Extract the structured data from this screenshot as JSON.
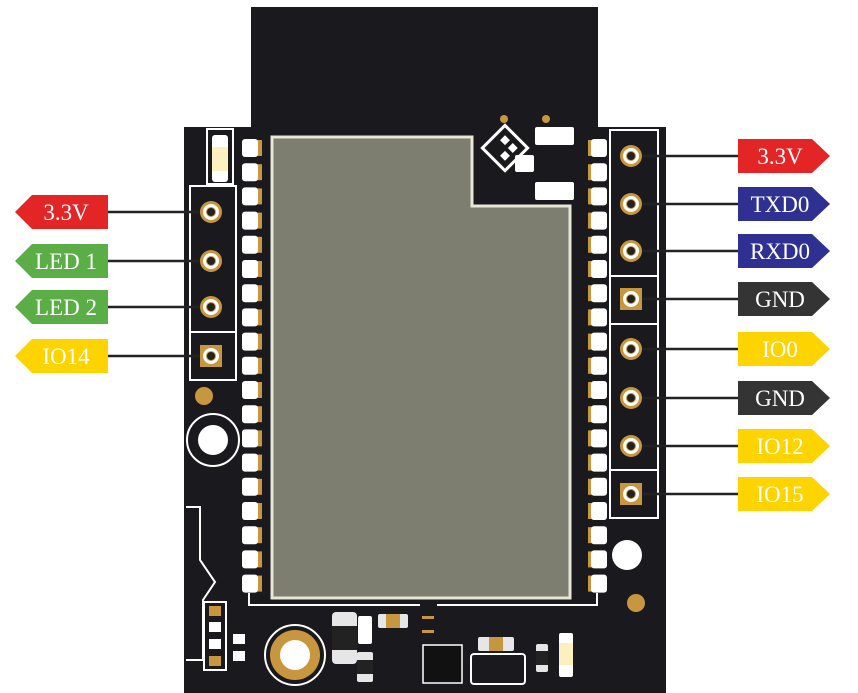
{
  "colors": {
    "board": "#1a1a1e",
    "module": "#7d7d70",
    "gold": "#c8963e",
    "red": "#e42526",
    "green": "#5aae45",
    "yellow": "#fdd300",
    "navy": "#2e3191",
    "dark": "#343434"
  },
  "left_pins": [
    {
      "label": "3.3V",
      "color": "red",
      "text_color": "#ffffff",
      "pad": "round"
    },
    {
      "label": "LED 1",
      "color": "green",
      "text_color": "#ffffff",
      "pad": "round"
    },
    {
      "label": "LED 2",
      "color": "green",
      "text_color": "#ffffff",
      "pad": "round"
    },
    {
      "label": "IO14",
      "color": "yellow",
      "text_color": "#ffffff",
      "pad": "square"
    }
  ],
  "right_pins": [
    {
      "label": "3.3V",
      "color": "red",
      "text_color": "#ffffff",
      "pad": "round"
    },
    {
      "label": "TXD0",
      "color": "navy",
      "text_color": "#ffffff",
      "pad": "round"
    },
    {
      "label": "RXD0",
      "color": "navy",
      "text_color": "#ffffff",
      "pad": "round"
    },
    {
      "label": "GND",
      "color": "dark",
      "text_color": "#ffffff",
      "pad": "square"
    },
    {
      "label": "IO0",
      "color": "yellow",
      "text_color": "#ffffff",
      "pad": "round"
    },
    {
      "label": "GND",
      "color": "dark",
      "text_color": "#ffffff",
      "pad": "round"
    },
    {
      "label": "IO12",
      "color": "yellow",
      "text_color": "#ffffff",
      "pad": "round"
    },
    {
      "label": "IO15",
      "color": "yellow",
      "text_color": "#ffffff",
      "pad": "square"
    }
  ]
}
